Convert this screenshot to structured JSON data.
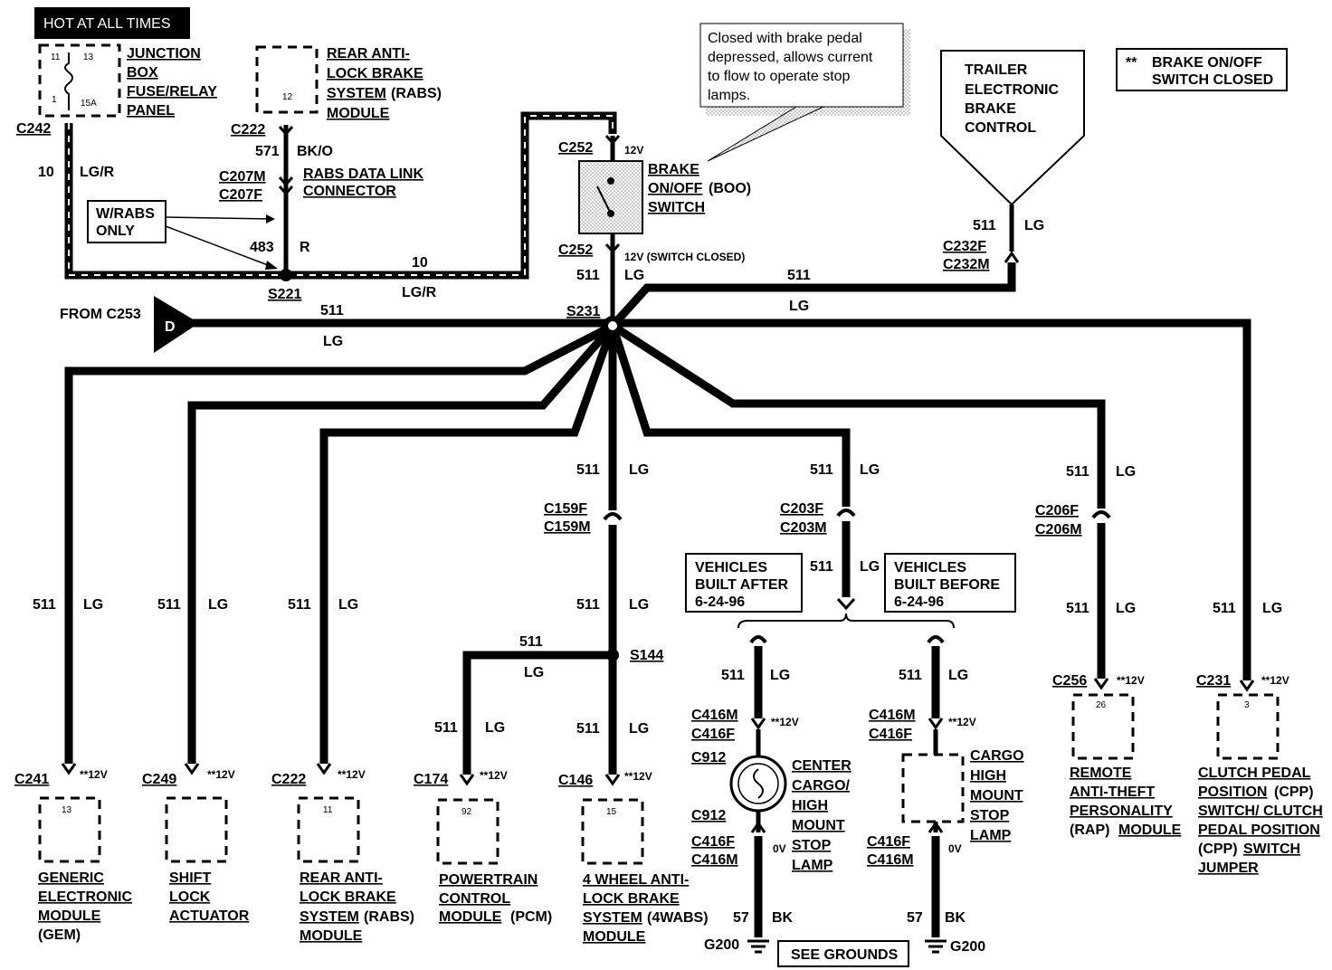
{
  "header": {
    "hot_at_all_times": "HOT AT ALL TIMES"
  },
  "junction_box": {
    "line1": "JUNCTION",
    "line2": "BOX",
    "line3": "FUSE/RELAY",
    "line4": "PANEL",
    "pin_13": "13",
    "pin_11": "11",
    "pin_1": "1",
    "fuse": "15A"
  },
  "rabs_top": {
    "line1": "REAR ANTI-",
    "line2": "LOCK BRAKE",
    "line3": "SYSTEM",
    "line3b": "(RABS)",
    "line4": "MODULE",
    "pin": "12"
  },
  "conn": {
    "c242": "C242",
    "c222": "C222",
    "c207m": "C207M",
    "c207f": "C207F",
    "s221": "S221",
    "c252a": "C252",
    "c252b": "C252",
    "s231": "S231",
    "c232f": "C232F",
    "c232m": "C232M",
    "from_c253": "FROM C253",
    "d": "D"
  },
  "wires": {
    "w10": "10",
    "lgr": "LG/R",
    "w571": "571",
    "bko": "BK/O",
    "w483": "483",
    "r": "R",
    "w10b": "10",
    "lgr_b": "LG/R",
    "w511": "511",
    "lg": "LG",
    "w57": "57",
    "bk": "BK"
  },
  "rabs_link": {
    "line1": "RABS DATA LINK",
    "line2": "CONNECTOR"
  },
  "wrabs": {
    "line1": "W/RABS",
    "line2": "ONLY"
  },
  "callout": {
    "line1": "Closed with brake pedal",
    "line2": "depressed, allows current",
    "line3": "to flow to operate stop",
    "line4": "lamps."
  },
  "boo": {
    "line1": "BRAKE",
    "line2": "ON/OFF",
    "line2b": "(BOO)",
    "line3": "SWITCH",
    "v12": "12V",
    "v12_closed": "12V (SWITCH CLOSED)"
  },
  "trailer": {
    "line1": "TRAILER",
    "line2": "ELECTRONIC",
    "line3": "BRAKE",
    "line4": "CONTROL"
  },
  "legend": {
    "stars": "**",
    "line1": "BRAKE ON/OFF",
    "line2": "SWITCH CLOSED"
  },
  "lower_conn": {
    "c159f": "C159F",
    "c159m": "C159M",
    "c203f": "C203F",
    "c203m": "C203M",
    "c206f": "C206F",
    "c206m": "C206M",
    "s144": "S144",
    "c241": "C241",
    "c249": "C249",
    "c222": "C222",
    "c174": "C174",
    "c146": "C146",
    "c256": "C256",
    "c231": "C231",
    "c416m": "C416M",
    "c416f": "C416F",
    "c912": "C912",
    "g200": "G200"
  },
  "volts": {
    "v12": "**12V",
    "v0": "0V"
  },
  "vehicles_after": {
    "line1": "VEHICLES",
    "line2": "BUILT AFTER",
    "line3": "6-24-96"
  },
  "vehicles_before": {
    "line1": "VEHICLES",
    "line2": "BUILT BEFORE",
    "line3": "6-24-96"
  },
  "center_lamp": {
    "line1": "CENTER",
    "line2": "CARGO/",
    "line3": "HIGH",
    "line4": "MOUNT",
    "line5": "STOP",
    "line6": "LAMP"
  },
  "cargo_lamp": {
    "line1": "CARGO",
    "line2": "HIGH",
    "line3": "MOUNT",
    "line4": "STOP",
    "line5": "LAMP"
  },
  "see_grounds": "SEE GROUNDS",
  "modules": {
    "gem": {
      "pin": "13",
      "line1": "GENERIC",
      "line2": "ELECTRONIC",
      "line3": "MODULE",
      "line4": "(GEM)"
    },
    "shift": {
      "line1": "SHIFT",
      "line2": "LOCK",
      "line3": "ACTUATOR"
    },
    "rabs": {
      "pin": "11",
      "line1": "REAR ANTI-",
      "line2": "LOCK BRAKE",
      "line3": "SYSTEM",
      "line3b": "(RABS)",
      "line4": "MODULE"
    },
    "pcm": {
      "pin": "92",
      "line1": "POWERTRAIN",
      "line2": "CONTROL",
      "line3": "MODULE",
      "line3b": "(PCM)"
    },
    "wabs": {
      "pin": "15",
      "line1": "4 WHEEL ANTI-",
      "line2": "LOCK BRAKE",
      "line3": "SYSTEM",
      "line3b": "(4WABS)",
      "line4": "MODULE"
    },
    "rap": {
      "pin": "26",
      "line1": "REMOTE",
      "line2": "ANTI-THEFT",
      "line3": "PERSONALITY",
      "line4a": "(RAP)",
      "line4b": "MODULE"
    },
    "cpp": {
      "pin": "3",
      "line1": "CLUTCH PEDAL",
      "line2a": "POSITION",
      "line2b": "(CPP)",
      "line3": "SWITCH/ CLUTCH",
      "line4": "PEDAL POSITION",
      "line5a": "(CPP)",
      "line5b": "SWITCH",
      "line6": "JUMPER"
    }
  }
}
